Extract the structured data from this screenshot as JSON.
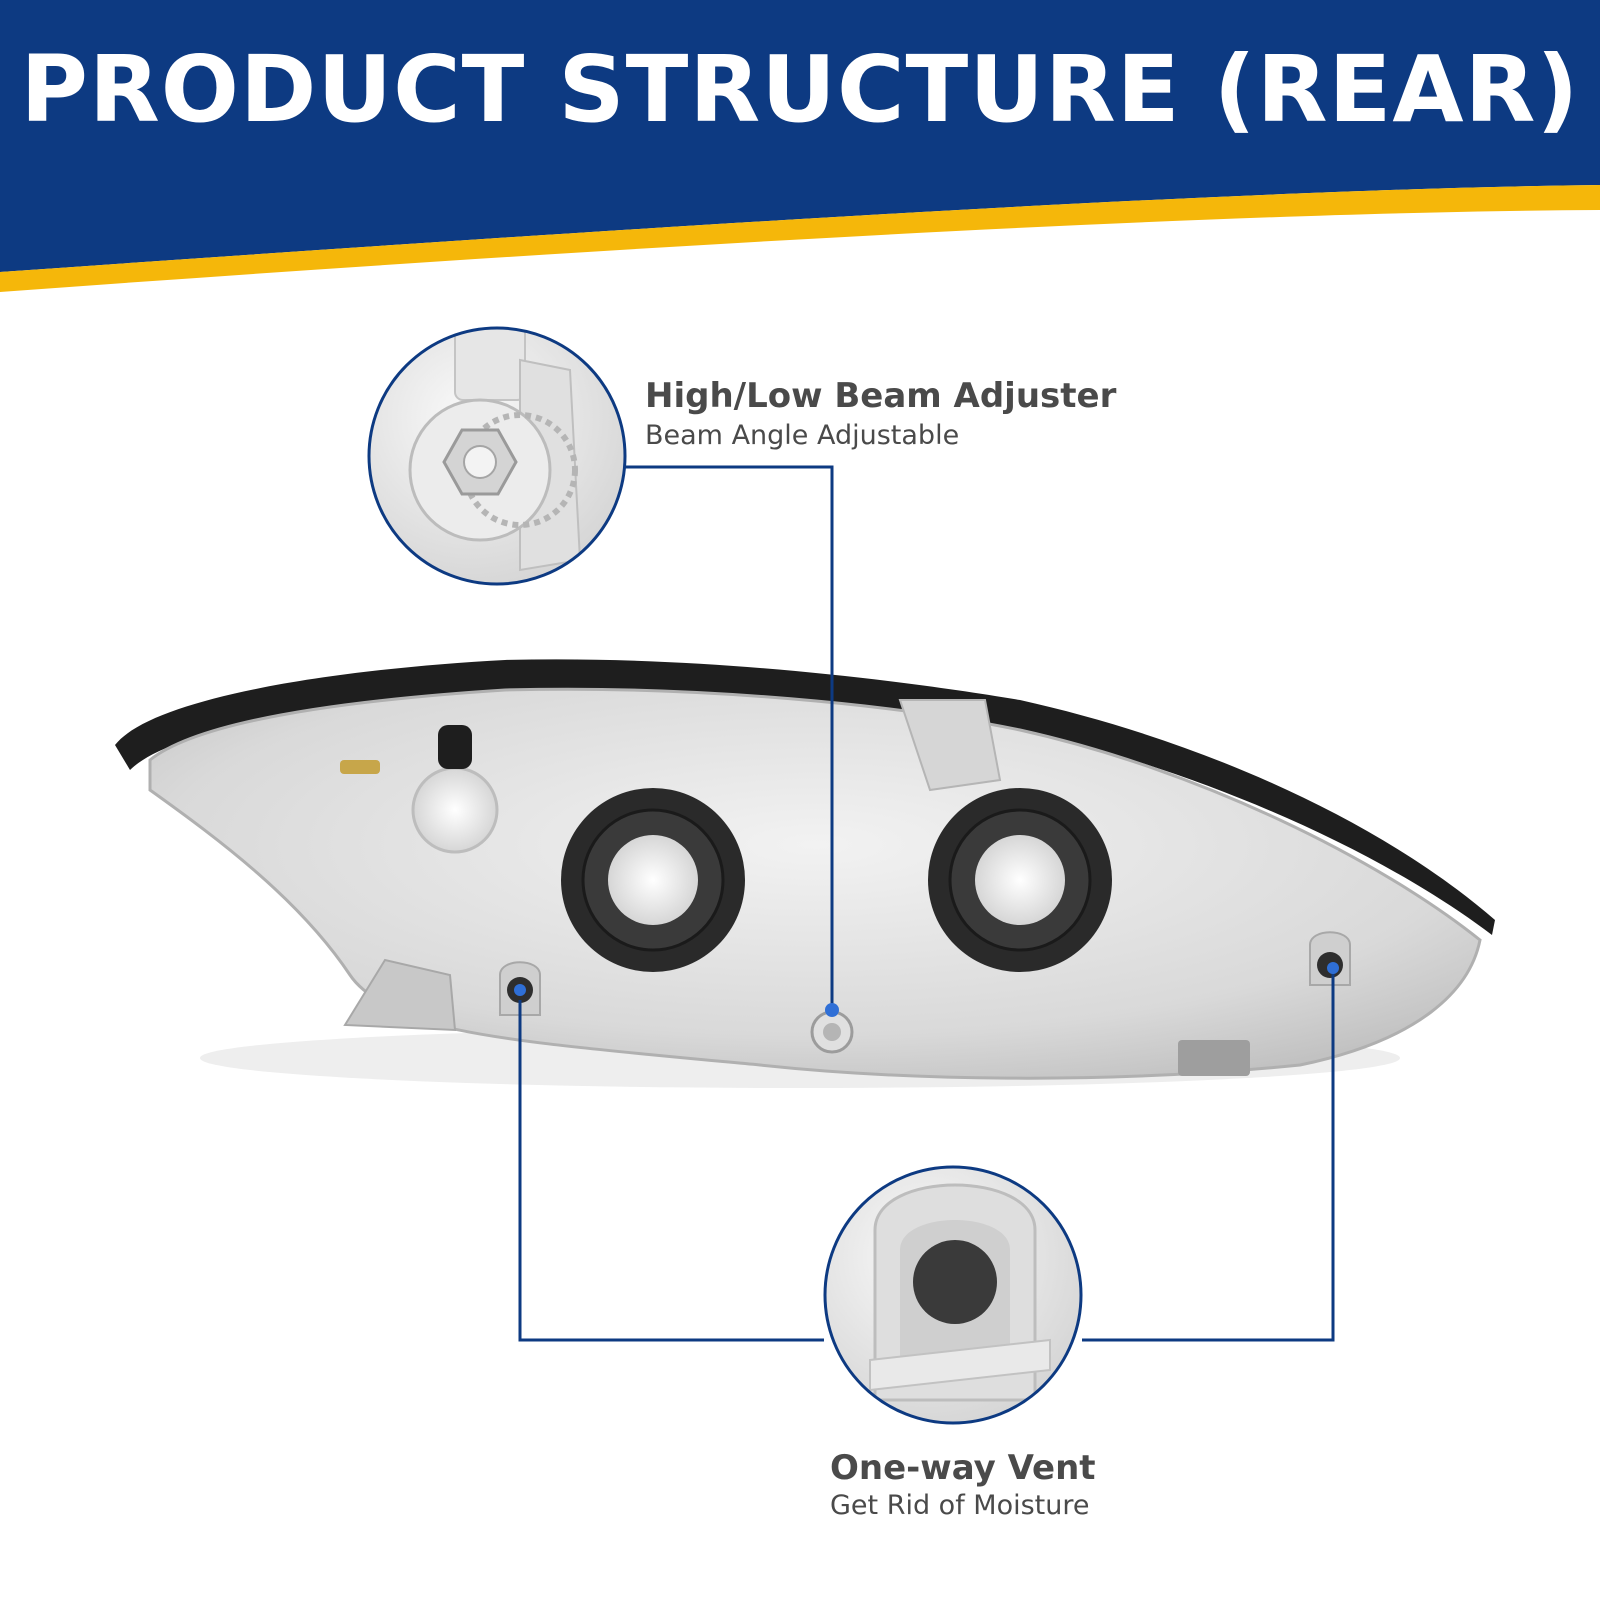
{
  "banner": {
    "title": "PRODUCT STRUCTURE (REAR)",
    "colors": {
      "navy": "#0d3a82",
      "yellow": "#f5b70a"
    }
  },
  "callouts": {
    "adjuster": {
      "title": "High/Low Beam Adjuster",
      "subtitle": "Beam Angle Adjustable"
    },
    "vent": {
      "title": "One-way Vent",
      "subtitle": "Get Rid of Moisture"
    }
  },
  "colors": {
    "leader_line": "#0d3a82",
    "callout_text": "#4a4a4a",
    "housing": "#dcdcdc",
    "gasket": "#2a2a2a",
    "pointer_dot": "#2f6fd6"
  },
  "icons": {
    "adjuster": "beam-adjuster-screw-icon",
    "vent": "one-way-vent-cap-icon",
    "product": "headlight-housing-rear"
  }
}
